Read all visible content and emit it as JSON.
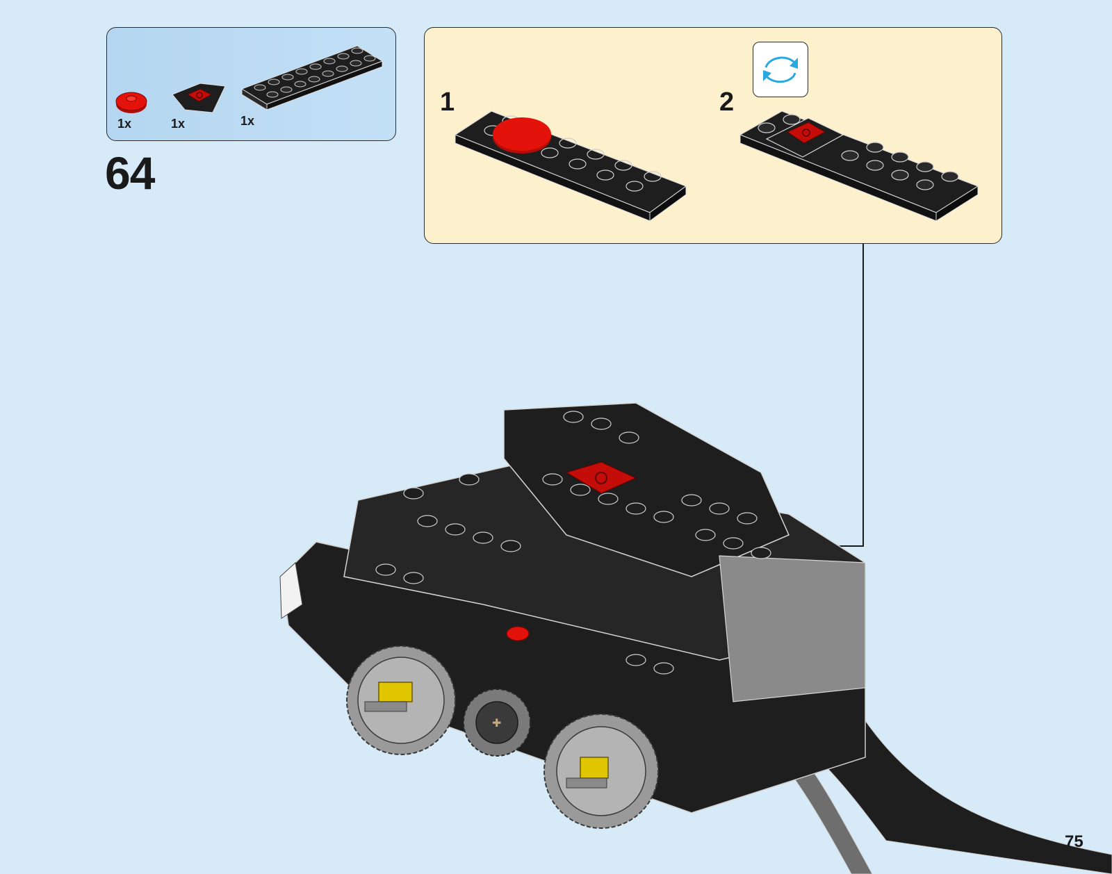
{
  "step": {
    "number": "64"
  },
  "parts_list": {
    "items": [
      {
        "name": "red round plate",
        "color": "#e3120b",
        "quantity": "1x"
      },
      {
        "name": "black tile with red print",
        "color": "#1e1e1e",
        "quantity": "1x"
      },
      {
        "name": "black plate 2x8",
        "color": "#1e1e1e",
        "quantity": "1x"
      }
    ]
  },
  "sub_assembly": {
    "steps": [
      {
        "label": "1"
      },
      {
        "label": "2"
      }
    ],
    "rotate_icon": "rotate-model-icon"
  },
  "page": {
    "number": "75"
  },
  "colors": {
    "page_background": "#d6eaf8",
    "parts_box_background": "#bddcf3",
    "sub_box_background": "#fdf0cd",
    "brick_black": "#1e1e1e",
    "brick_red": "#e3120b",
    "gear_gray": "#9a9a9a",
    "rotate_arrow_blue": "#29a8e0"
  }
}
